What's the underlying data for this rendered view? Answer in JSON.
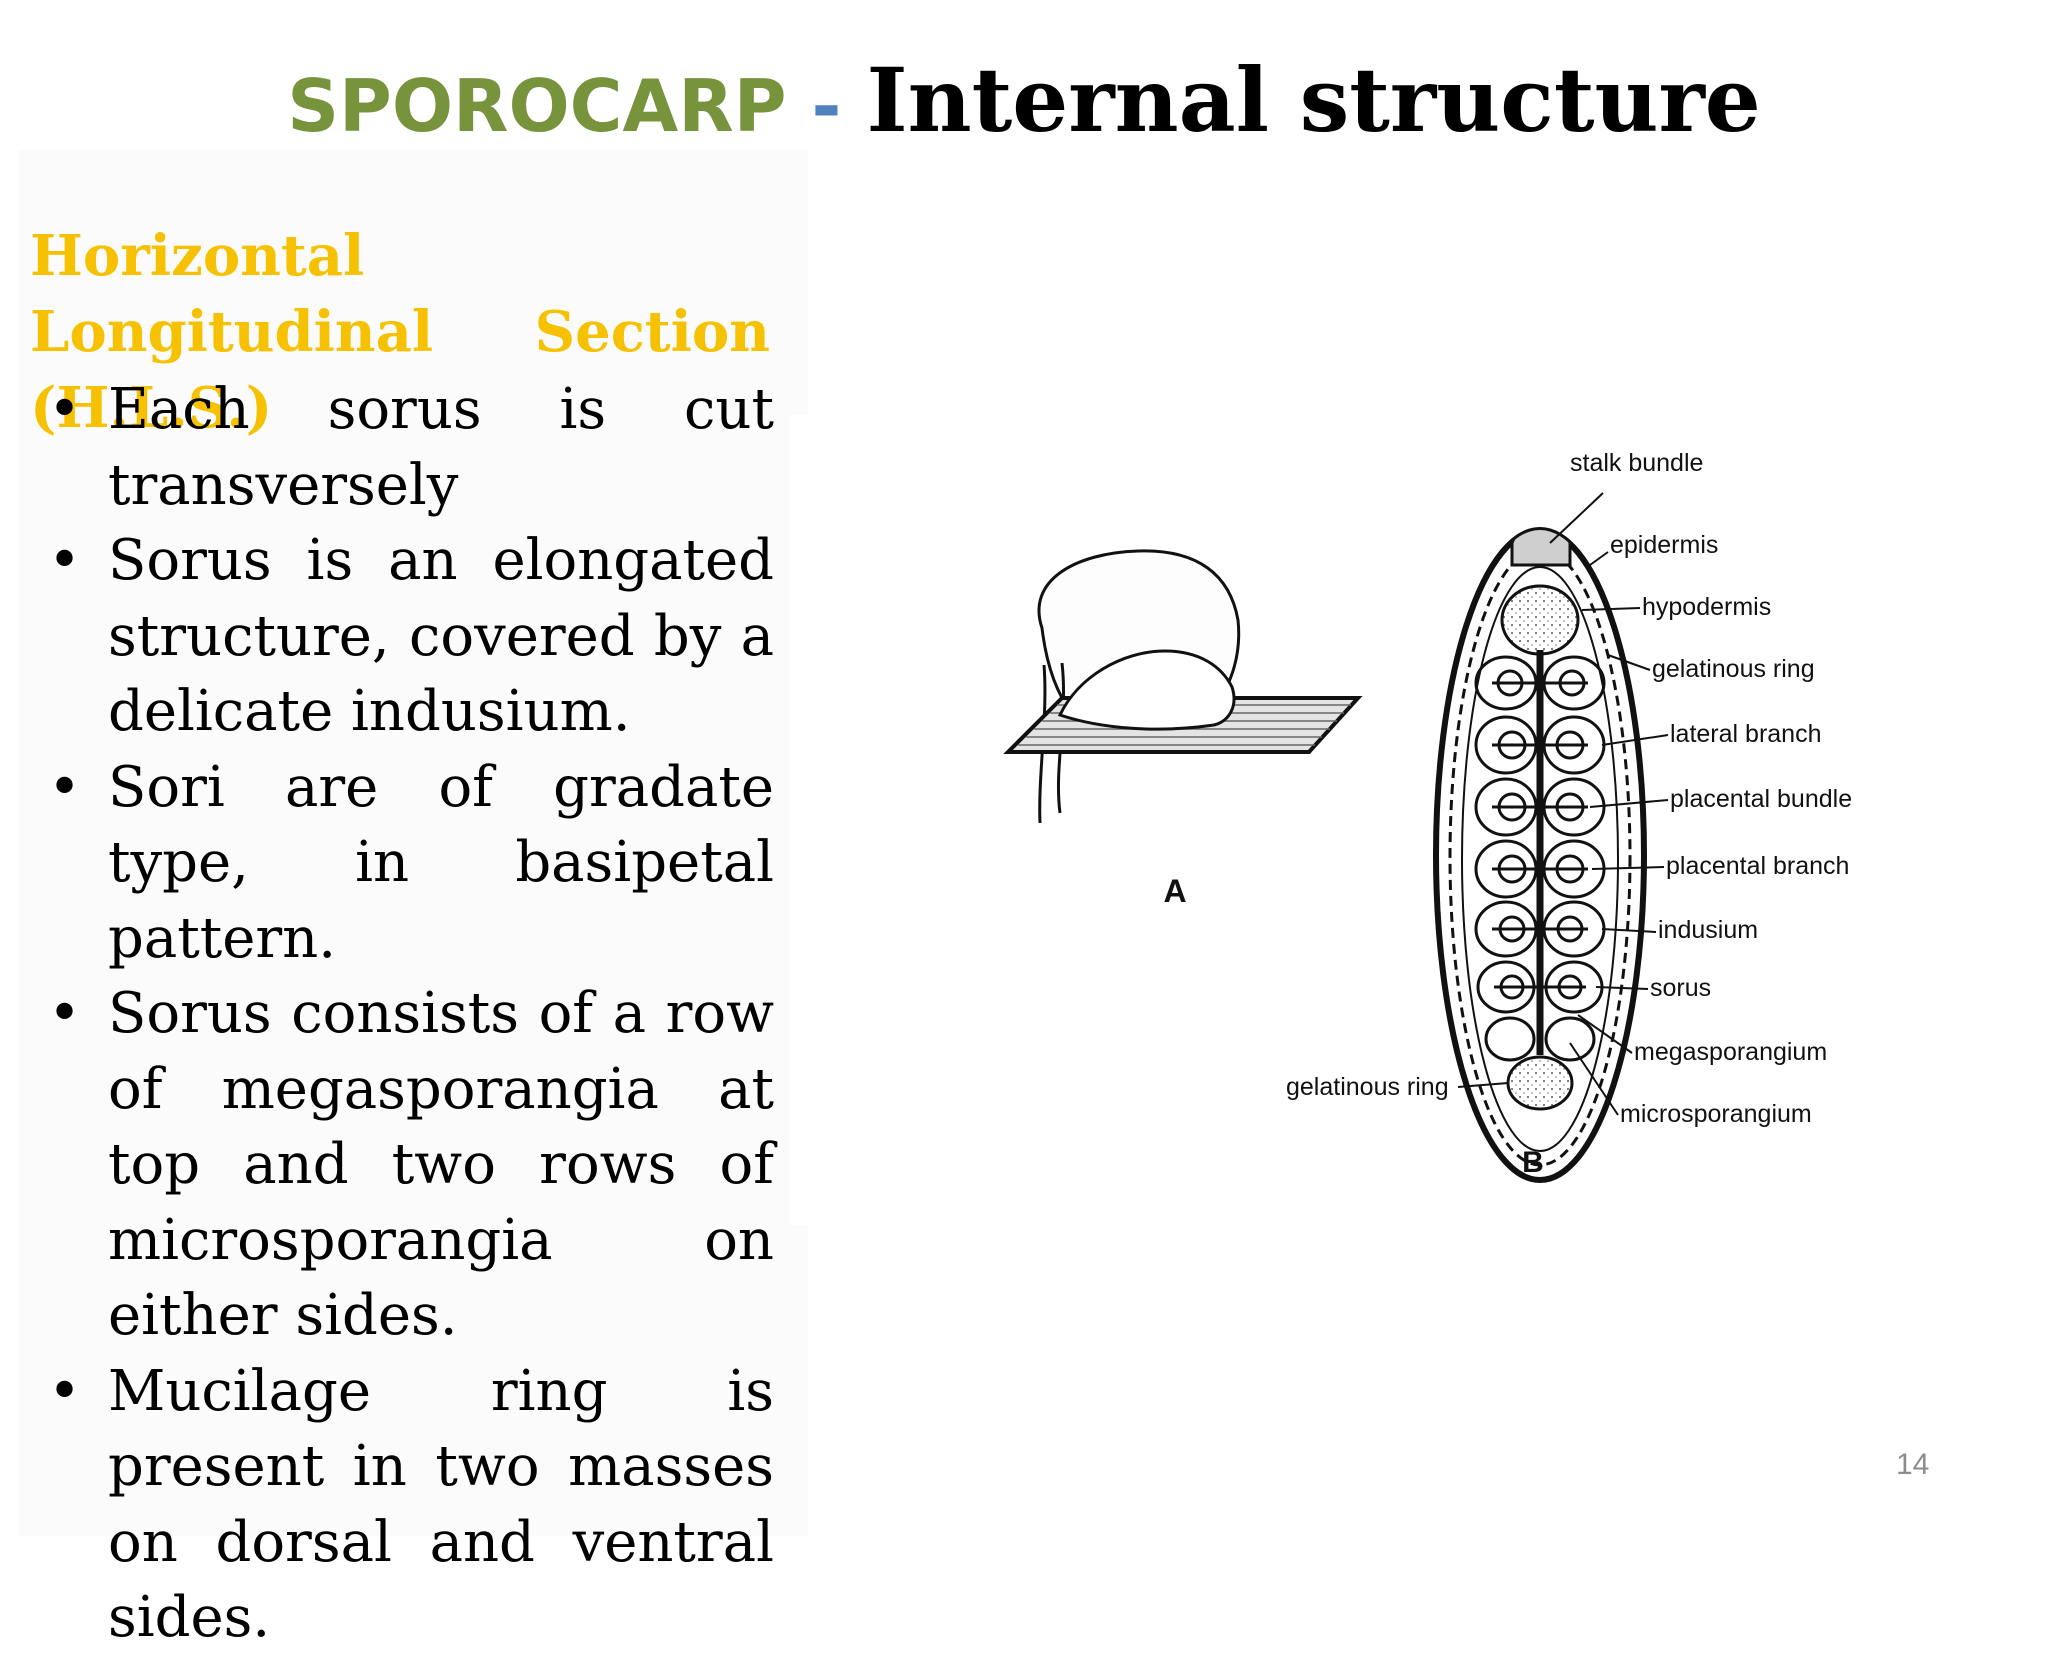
{
  "title": {
    "part1": "SPOROCARP",
    "separator": " - ",
    "part2": "Internal structure"
  },
  "heading": "Horizontal Longitudinal Section (H.L.S.)",
  "bullets": [
    "Each sorus is cut transversely",
    "Sorus is an elongated structure, covered by a delicate indusium.",
    "Sori are of gradate type, in basipetal pattern.",
    "Sorus consists of a row of megasporangia at top and two rows of microsporangia on either sides.",
    "Mucilage ring is present in two masses on dorsal and ventral sides."
  ],
  "bullet_symbol": "•",
  "figure": {
    "label_a": "A",
    "label_b": "B",
    "labels": {
      "stalk_bundle": "stalk bundle",
      "epidermis": "epidermis",
      "hypodermis": "hypodermis",
      "gelatinous_ring_top": "gelatinous ring",
      "lateral_branch": "lateral branch",
      "placental_bundle": "placental bundle",
      "placental_branch": "placental branch",
      "indusium": "indusium",
      "sorus": "sorus",
      "megasporangium": "megasporangium",
      "microsporangium": "microsporangium",
      "gelatinous_ring_left": "gelatinous ring"
    }
  },
  "page_number": "14",
  "colors": {
    "title_green": "#77933c",
    "title_dash": "#4f81bd",
    "heading_yellow": "#f6c100"
  }
}
